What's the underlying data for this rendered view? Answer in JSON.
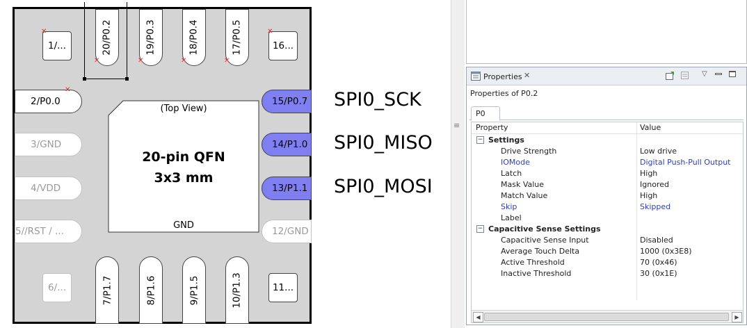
{
  "chip": {
    "pins_left": [
      {
        "label": "2/P0.0",
        "dim": false
      },
      {
        "label": "3/GND",
        "dim": true
      },
      {
        "label": "4/VDD",
        "dim": true
      },
      {
        "label": "5//RST / ...",
        "dim": true
      }
    ],
    "pins_top": [
      "20/P0.2",
      "19/P0.3",
      "18/P0.4",
      "17/P0.5"
    ],
    "pins_bottom": [
      "7/P1.7",
      "8/P1.6",
      "9/P1.5",
      "10/P1.3"
    ],
    "pins_right": [
      {
        "label": "15/P0.7",
        "highlight": true
      },
      {
        "label": "14/P1.0",
        "highlight": true
      },
      {
        "label": "13/P1.1",
        "highlight": true
      },
      {
        "label": "12/GND",
        "highlight": false
      }
    ],
    "corner_pins": {
      "top_left": "1/...",
      "top_right": "16...",
      "bottom_left": "6/...",
      "bottom_right": "11..."
    },
    "core": {
      "view": "(Top View)",
      "line1": "20-pin QFN",
      "line2": "3x3 mm",
      "gnd": "GND"
    },
    "signals": [
      "SPI0_SCK",
      "SPI0_MISO",
      "SPI0_MOSI"
    ],
    "highlight_color": "#7f7ff2"
  },
  "properties_panel": {
    "title": "Properties",
    "subtitle": "Properties of P0.2",
    "tab": "P0",
    "columns": {
      "property": "Property",
      "value": "Value"
    },
    "groups": [
      {
        "name": "Settings",
        "rows": [
          {
            "property": "Drive Strength",
            "value": "Low drive",
            "modified": false
          },
          {
            "property": "IOMode",
            "value": "Digital Push-Pull Output",
            "modified": true
          },
          {
            "property": "Latch",
            "value": "High",
            "modified": false
          },
          {
            "property": "Mask Value",
            "value": "Ignored",
            "modified": false
          },
          {
            "property": "Match Value",
            "value": "High",
            "modified": false
          },
          {
            "property": "Skip",
            "value": "Skipped",
            "modified": true
          },
          {
            "property": "Label",
            "value": "",
            "modified": false
          }
        ]
      },
      {
        "name": "Capacitive Sense Settings",
        "rows": [
          {
            "property": "Capacitive Sense Input",
            "value": "Disabled",
            "modified": false
          },
          {
            "property": "Average Touch Delta",
            "value": "1000 (0x3E8)",
            "modified": false
          },
          {
            "property": "Active Threshold",
            "value": "70 (0x46)",
            "modified": false
          },
          {
            "property": "Inactive Threshold",
            "value": "30 (0x1E)",
            "modified": false
          }
        ]
      }
    ],
    "modified_color": "#2b3cc4"
  }
}
